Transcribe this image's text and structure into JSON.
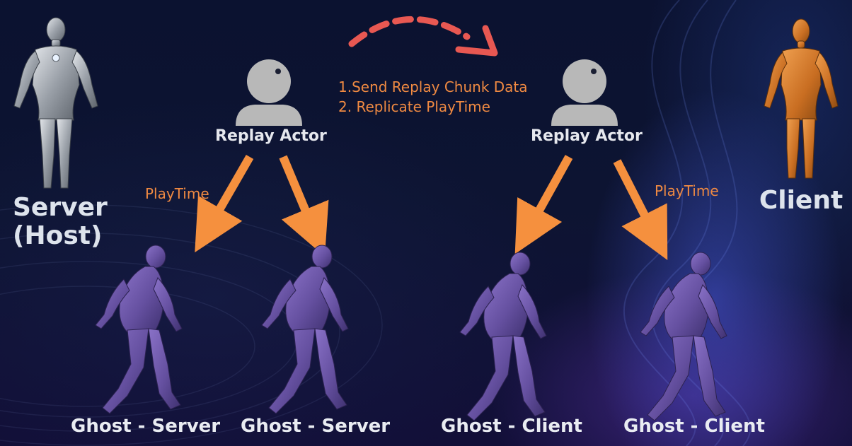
{
  "server": {
    "line1": "Server",
    "line2": "(Host)"
  },
  "client": {
    "label": "Client"
  },
  "actors": [
    {
      "label": "Replay Actor"
    },
    {
      "label": "Replay Actor"
    }
  ],
  "transfer": {
    "steps": [
      "1.Send Replay Chunk Data",
      "2. Replicate PlayTime"
    ]
  },
  "playtime_labels": [
    "PlayTime",
    "PlayTime"
  ],
  "ghosts": [
    {
      "label": "Ghost - Server"
    },
    {
      "label": "Ghost - Server"
    },
    {
      "label": "Ghost - Client"
    },
    {
      "label": "Ghost - Client"
    }
  ],
  "colors": {
    "arrow_orange": "#f5903e",
    "dashed_red": "#e85852",
    "ghost_purple": "#6a54a6",
    "server_silver": "#a9adb3",
    "client_orange": "#d57a2c",
    "actor_gray": "#b8b8b8"
  }
}
